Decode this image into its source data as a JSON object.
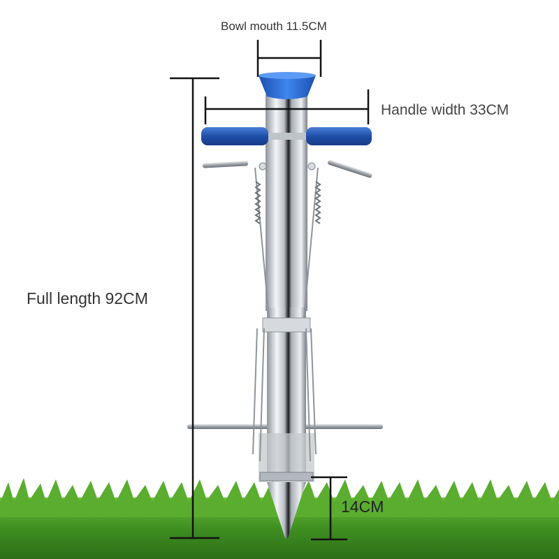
{
  "labels": {
    "bowl_mouth": "Bowl mouth 11.5CM",
    "handle_width": "Handle width 33CM",
    "full_length": "Full length 92CM",
    "point_length": "14CM"
  },
  "colors": {
    "funnel": "#2f6fd6",
    "handle_grip": "#2d5fb8",
    "steel": "#c9cdd2",
    "grass": "#4e9a2c",
    "dimension_line": "#111111"
  }
}
